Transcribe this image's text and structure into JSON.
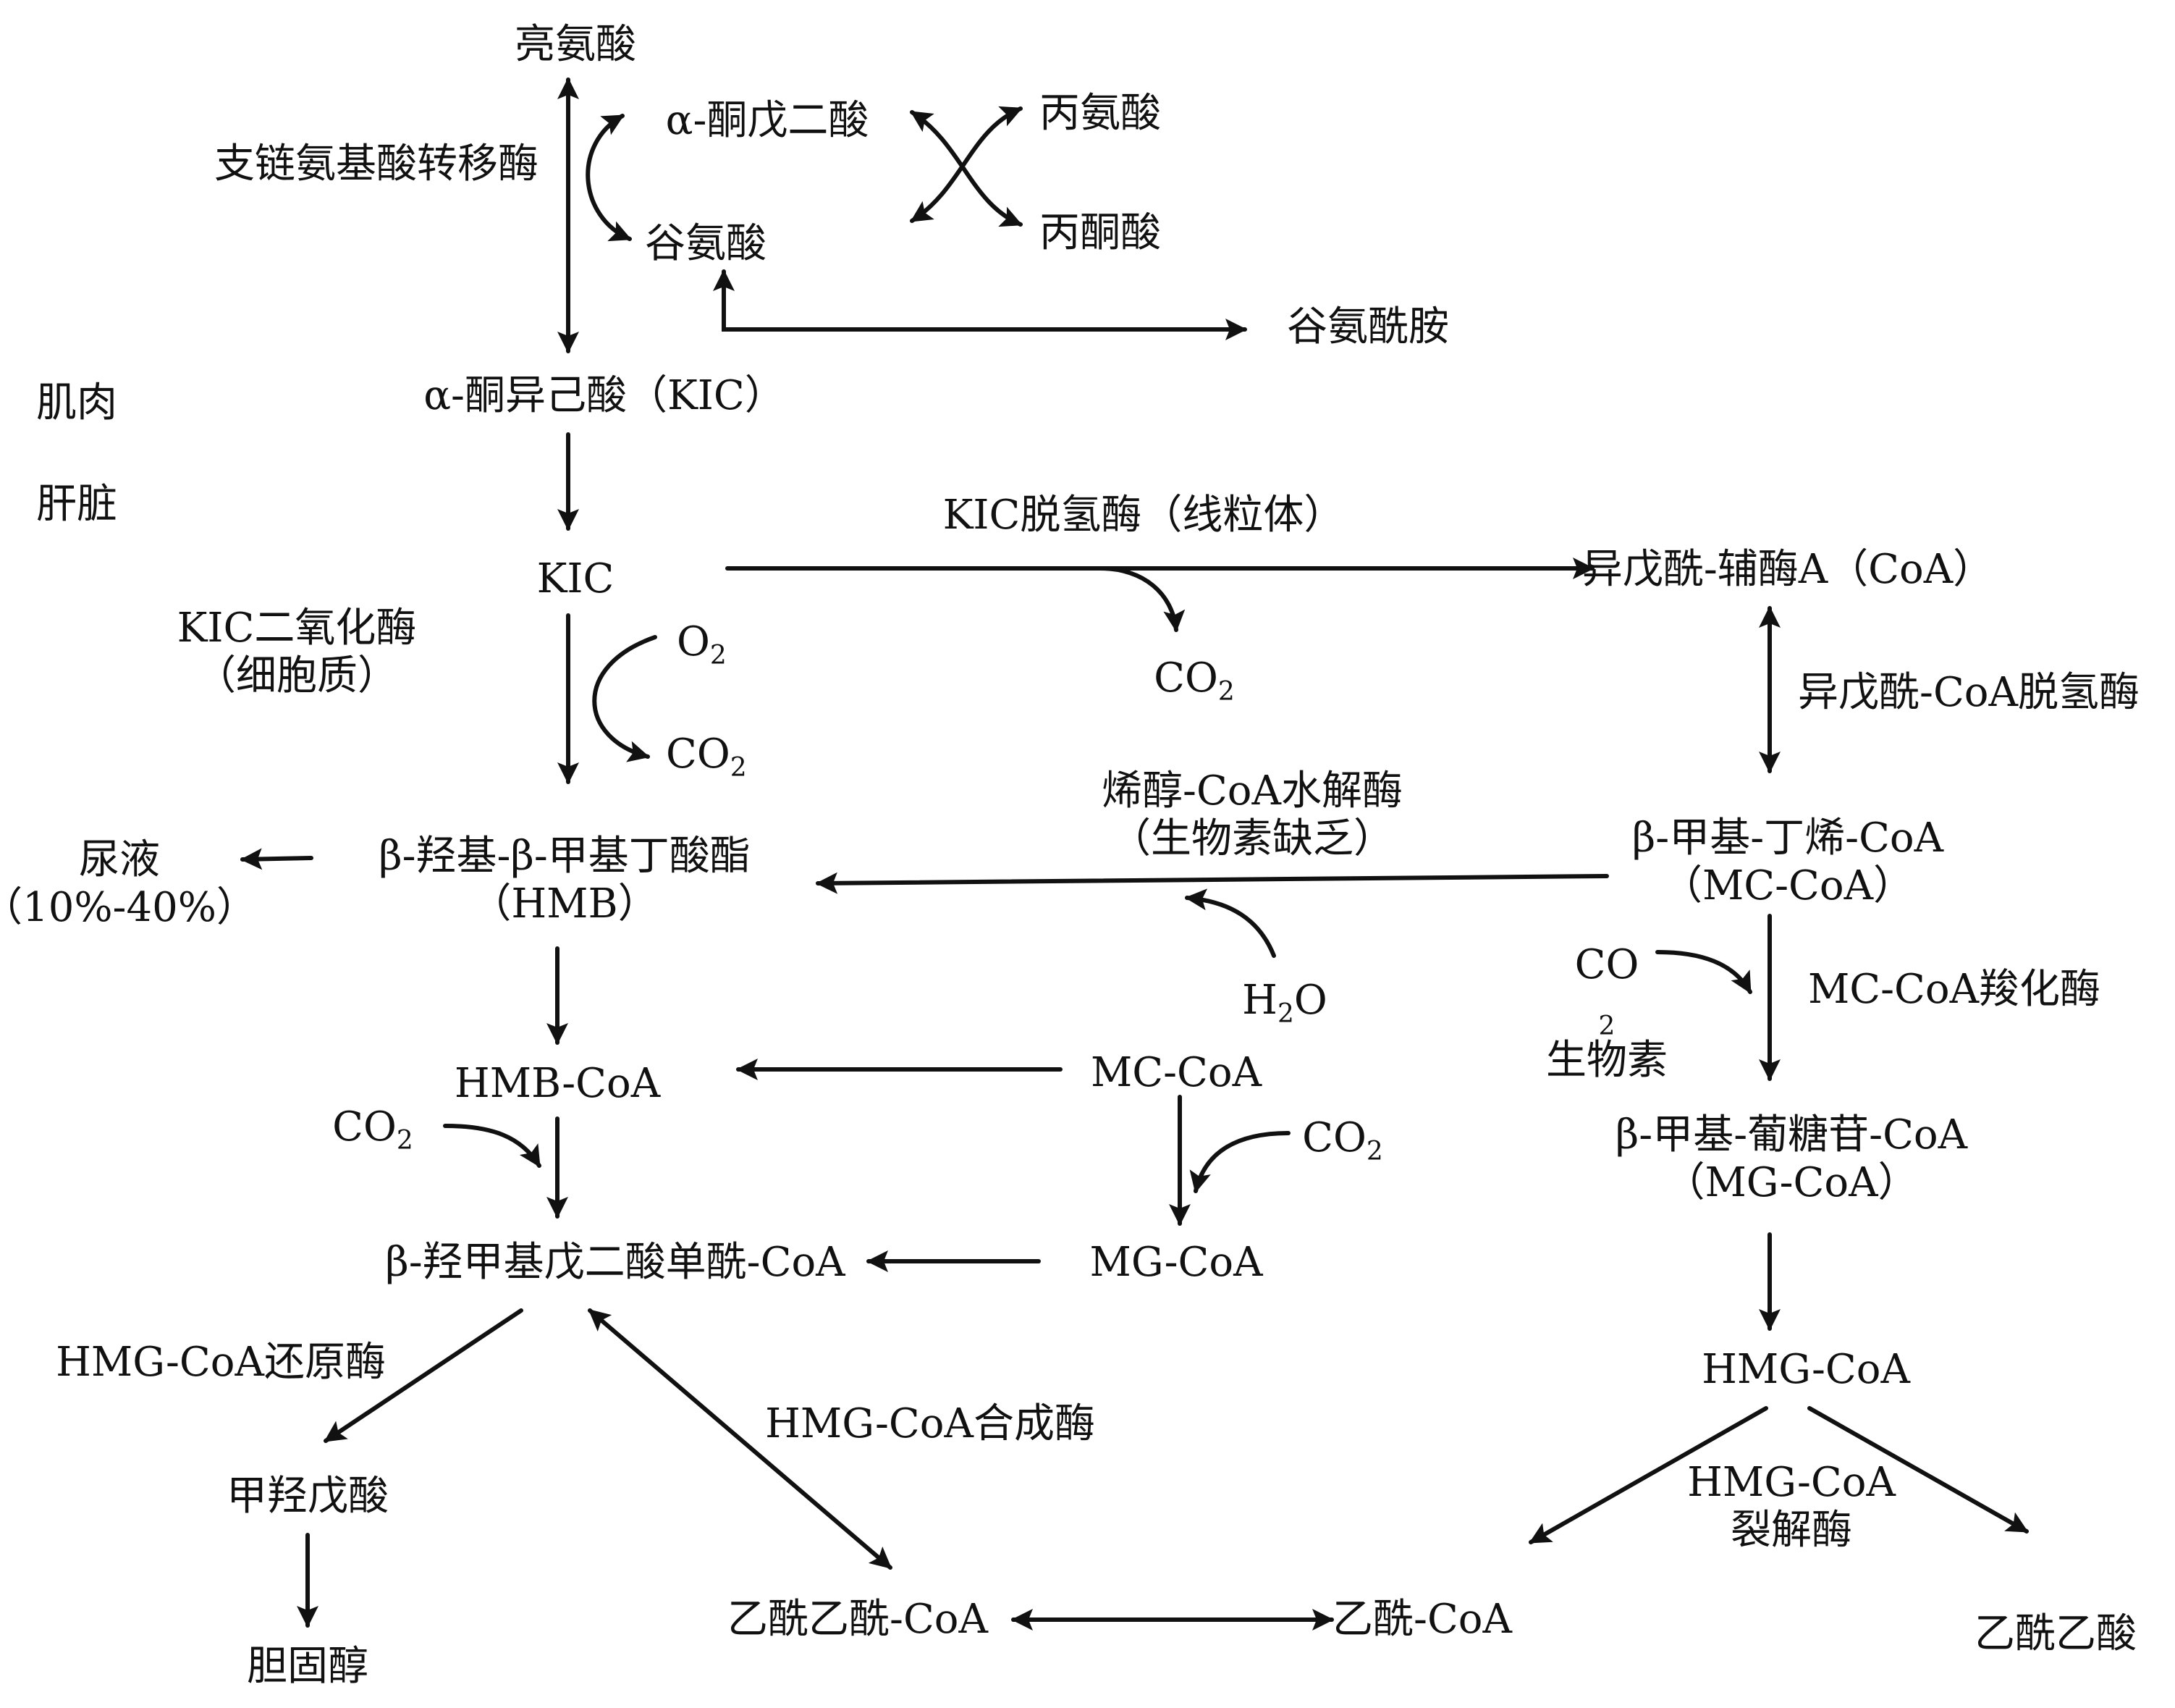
{
  "nodes": {
    "leucine": "亮氨酸",
    "alpha_ketoglutarate": "α-酮戊二酸",
    "glutamate": "谷氨酸",
    "alanine": "丙氨酸",
    "pyruvate": "丙酮酸",
    "glutamine": "谷氨酰胺",
    "kic_full": "α-酮异己酸（KIC）",
    "kic": "KIC",
    "isovaleryl_coa": "异戊酰-辅酶A（CoA）",
    "hmb_line1": "β-羟基-β-甲基丁酸酯",
    "hmb_line2": "（HMB）",
    "urine_line1": "尿液",
    "urine_line2": "（10%-40%）",
    "mc_coa_full_line1": "β-甲基-丁烯-CoA",
    "mc_coa_full_line2": "（MC-CoA）",
    "hmb_coa": "HMB-CoA",
    "mc_coa": "MC-CoA",
    "mg_coa_full_line1": "β-甲基-葡糖苷-CoA",
    "mg_coa_full_line2": "（MG-CoA）",
    "hmg_coa_long": "β-羟甲基戊二酸单酰-CoA",
    "mg_coa": "MG-CoA",
    "hmg_coa": "HMG-CoA",
    "mevalonate": "甲羟戊酸",
    "cholesterol": "胆固醇",
    "acetoacetyl_coa": "乙酰乙酰-CoA",
    "acetyl_coa": "乙酰-CoA",
    "acetoacetate": "乙酰乙酸"
  },
  "enzymes": {
    "bcat": "支链氨基酸转移酶",
    "kic_dehydrogenase": "KIC脱氢酶（线粒体）",
    "kic_dioxygenase_line1": "KIC二氧化酶",
    "kic_dioxygenase_line2": "（细胞质）",
    "isovaleryl_dehydrogenase": "异戊酰-CoA脱氢酶",
    "enol_hydrolase_line1": "烯醇-CoA水解酶",
    "enol_hydrolase_line2": "（生物素缺乏）",
    "mc_carboxylase": "MC-CoA羧化酶",
    "hmg_reductase": "HMG-CoA还原酶",
    "hmg_synthase": "HMG-CoA合成酶",
    "hmg_lyase_line1": "HMG-CoA",
    "hmg_lyase_line2": "裂解酶"
  },
  "tissues": {
    "muscle": "肌肉",
    "liver": "肝脏"
  },
  "cofactors": {
    "co2_main": "CO",
    "o2": "O",
    "co2_dioxygenase": "CO",
    "co2_carboxylase": "CO",
    "biotin": "生物素",
    "water_h": "H",
    "water_o": "O",
    "co2_hmb": "CO",
    "co2_mc": "CO",
    "subscript_2": "2"
  }
}
